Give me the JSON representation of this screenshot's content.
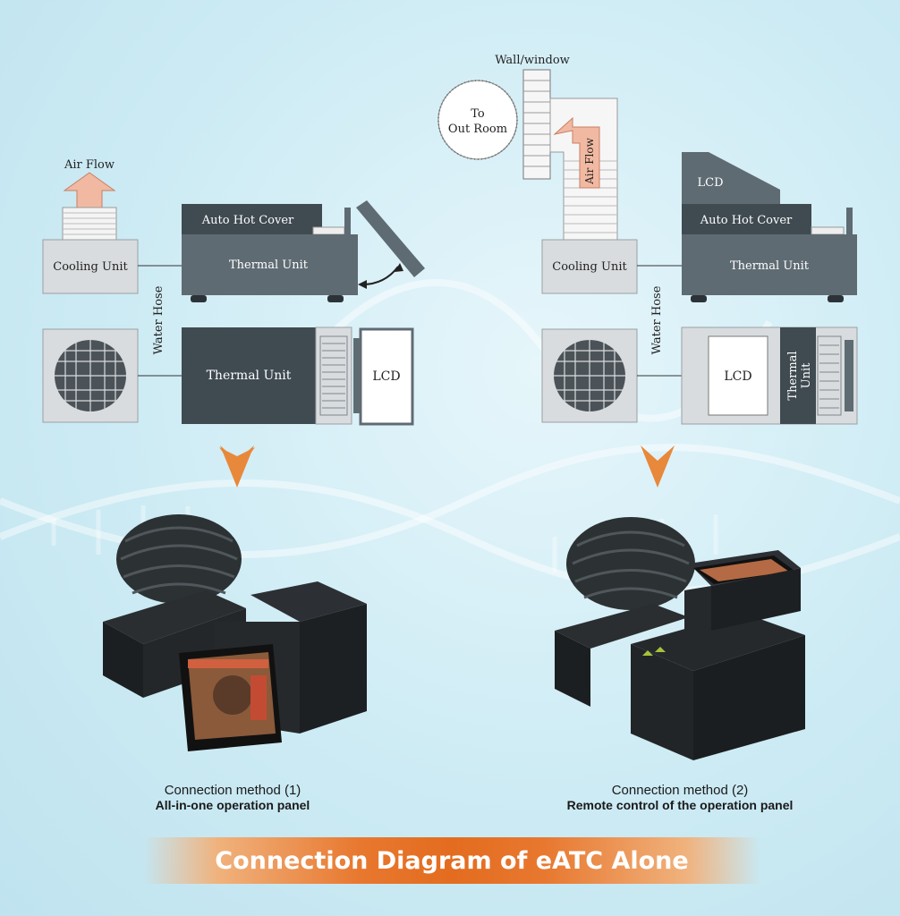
{
  "left_diagram": {
    "air_flow": "Air Flow",
    "cooling_unit": "Cooling Unit",
    "auto_hot_cover": "Auto Hot Cover",
    "thermal_unit_side": "Thermal Unit",
    "water_hose": "Water Hose",
    "thermal_unit_top": "Thermal Unit",
    "lcd": "LCD"
  },
  "right_diagram": {
    "wall_window": "Wall/window",
    "to_out_room_1": "To",
    "to_out_room_2": "Out Room",
    "air_flow": "Air Flow",
    "lcd_side": "LCD",
    "auto_hot_cover": "Auto Hot Cover",
    "cooling_unit": "Cooling Unit",
    "thermal_unit_side": "Thermal Unit",
    "water_hose": "Water Hose",
    "lcd_top": "LCD",
    "thermal_top_1": "Thermal",
    "thermal_top_2": "Unit"
  },
  "captions": {
    "left_line1": "Connection method (1)",
    "left_line2": "All-in-one operation panel",
    "right_line1": "Connection method (2)",
    "right_line2": "Remote control of the operation panel"
  },
  "title": "Connection Diagram of eATC Alone",
  "colors": {
    "accent": "#e8782f",
    "arrow": "#e8883a",
    "dark_unit": "#3f4a51",
    "mid_unit": "#5f6b73",
    "light_unit": "#d9dcde",
    "airflow_arrow": "#f2b9a2"
  }
}
